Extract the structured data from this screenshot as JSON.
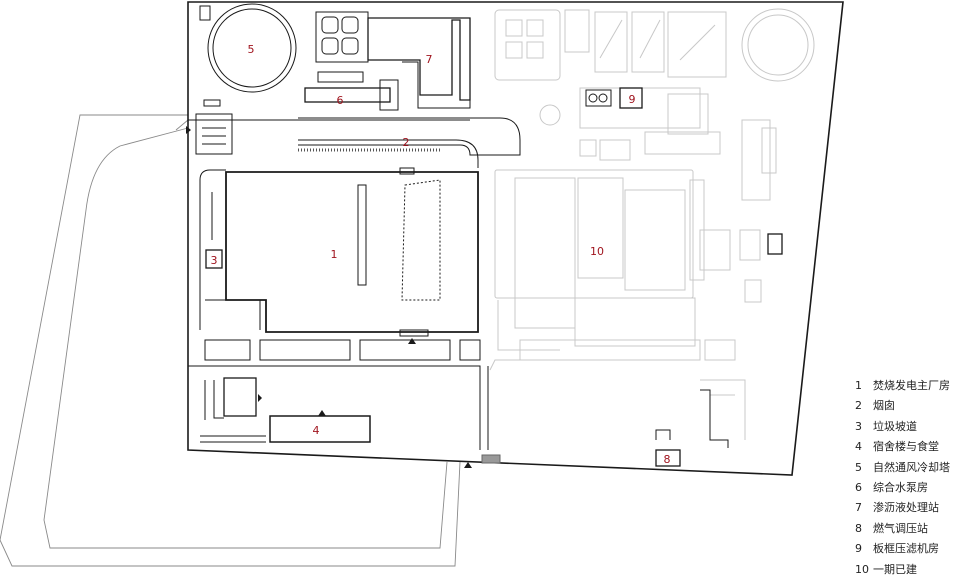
{
  "plan": {
    "labels": [
      {
        "id": "1",
        "text": "1"
      },
      {
        "id": "2",
        "text": "2"
      },
      {
        "id": "3",
        "text": "3"
      },
      {
        "id": "4",
        "text": "4"
      },
      {
        "id": "5",
        "text": "5"
      },
      {
        "id": "6",
        "text": "6"
      },
      {
        "id": "7",
        "text": "7"
      },
      {
        "id": "8",
        "text": "8"
      },
      {
        "id": "9",
        "text": "9"
      },
      {
        "id": "10",
        "text": "10"
      }
    ],
    "colors": {
      "outline": "#1a1a1a",
      "existing": "#c8c8c8",
      "label": "#a0141e",
      "road": "#8a8a8a"
    }
  },
  "legend": {
    "items": [
      {
        "num": "1",
        "text": "焚烧发电主厂房"
      },
      {
        "num": "2",
        "text": "烟囱"
      },
      {
        "num": "3",
        "text": "垃圾坡道"
      },
      {
        "num": "4",
        "text": "宿舍楼与食堂"
      },
      {
        "num": "5",
        "text": "自然通风冷却塔"
      },
      {
        "num": "6",
        "text": "综合水泵房"
      },
      {
        "num": "7",
        "text": "渗沥液处理站"
      },
      {
        "num": "8",
        "text": "燃气调压站"
      },
      {
        "num": "9",
        "text": "板框压滤机房"
      },
      {
        "num": "10",
        "text": "一期已建"
      }
    ]
  }
}
